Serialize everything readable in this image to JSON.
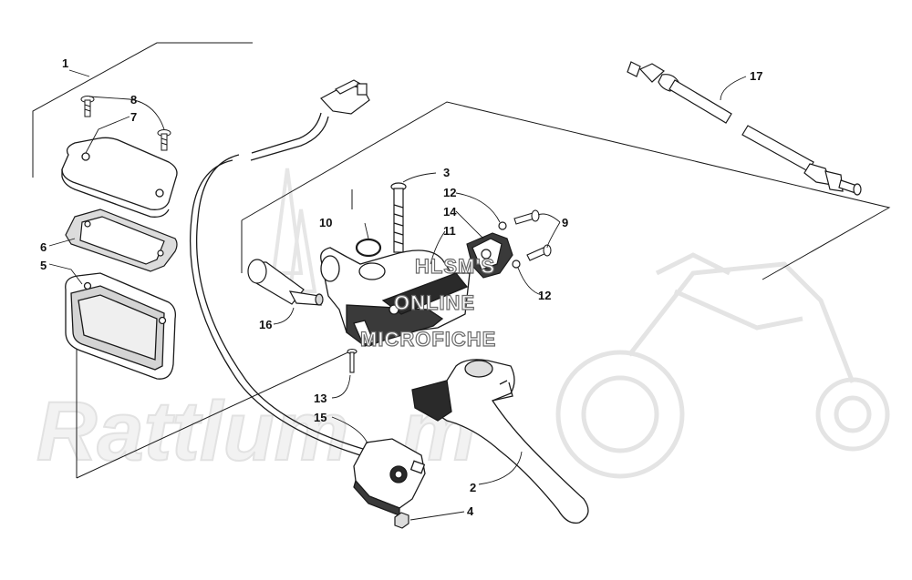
{
  "callouts": [
    {
      "id": "c1",
      "text": "1"
    },
    {
      "id": "c2",
      "text": "2"
    },
    {
      "id": "c3",
      "text": "3"
    },
    {
      "id": "c4",
      "text": "4"
    },
    {
      "id": "c5",
      "text": "5"
    },
    {
      "id": "c6",
      "text": "6"
    },
    {
      "id": "c7",
      "text": "7"
    },
    {
      "id": "c8",
      "text": "8"
    },
    {
      "id": "c9",
      "text": "9"
    },
    {
      "id": "c10",
      "text": "10"
    },
    {
      "id": "c11",
      "text": "11"
    },
    {
      "id": "c12a",
      "text": "12"
    },
    {
      "id": "c12b",
      "text": "12"
    },
    {
      "id": "c13",
      "text": "13"
    },
    {
      "id": "c14",
      "text": "14"
    },
    {
      "id": "c15",
      "text": "15"
    },
    {
      "id": "c16",
      "text": "16"
    },
    {
      "id": "c17",
      "text": "17"
    }
  ],
  "watermark": {
    "line1": "HLSM'S",
    "line2": "ONLINE",
    "line3": "MICROFICHE",
    "logo": "Rattlum"
  },
  "colors": {
    "line": "#1a1a1a",
    "part_fill": "#ffffff",
    "shade": "#c8c8c8",
    "watermark_gray": "#e6e6e6"
  }
}
